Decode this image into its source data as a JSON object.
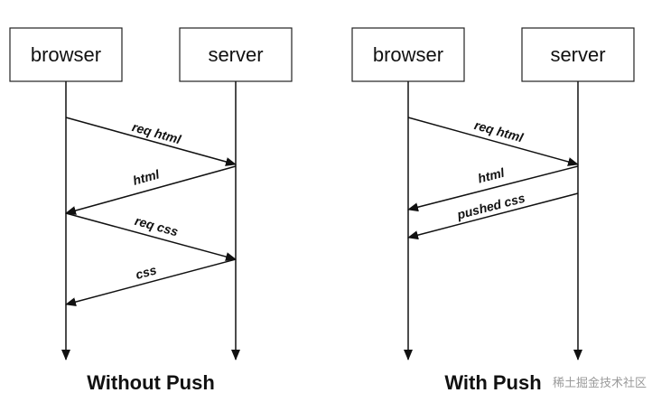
{
  "panels": [
    {
      "caption": "Without Push",
      "actors": {
        "left": "browser",
        "right": "server"
      },
      "messages": [
        {
          "label": "req html",
          "from": "browser",
          "to": "server"
        },
        {
          "label": "html",
          "from": "server",
          "to": "browser"
        },
        {
          "label": "req css",
          "from": "browser",
          "to": "server"
        },
        {
          "label": "css",
          "from": "server",
          "to": "browser"
        }
      ]
    },
    {
      "caption": "With Push",
      "actors": {
        "left": "browser",
        "right": "server"
      },
      "messages": [
        {
          "label": "req html",
          "from": "browser",
          "to": "server"
        },
        {
          "label": "html",
          "from": "server",
          "to": "browser"
        },
        {
          "label": "pushed css",
          "from": "server",
          "to": "browser"
        }
      ]
    }
  ],
  "watermark": "稀土掘金技术社区"
}
